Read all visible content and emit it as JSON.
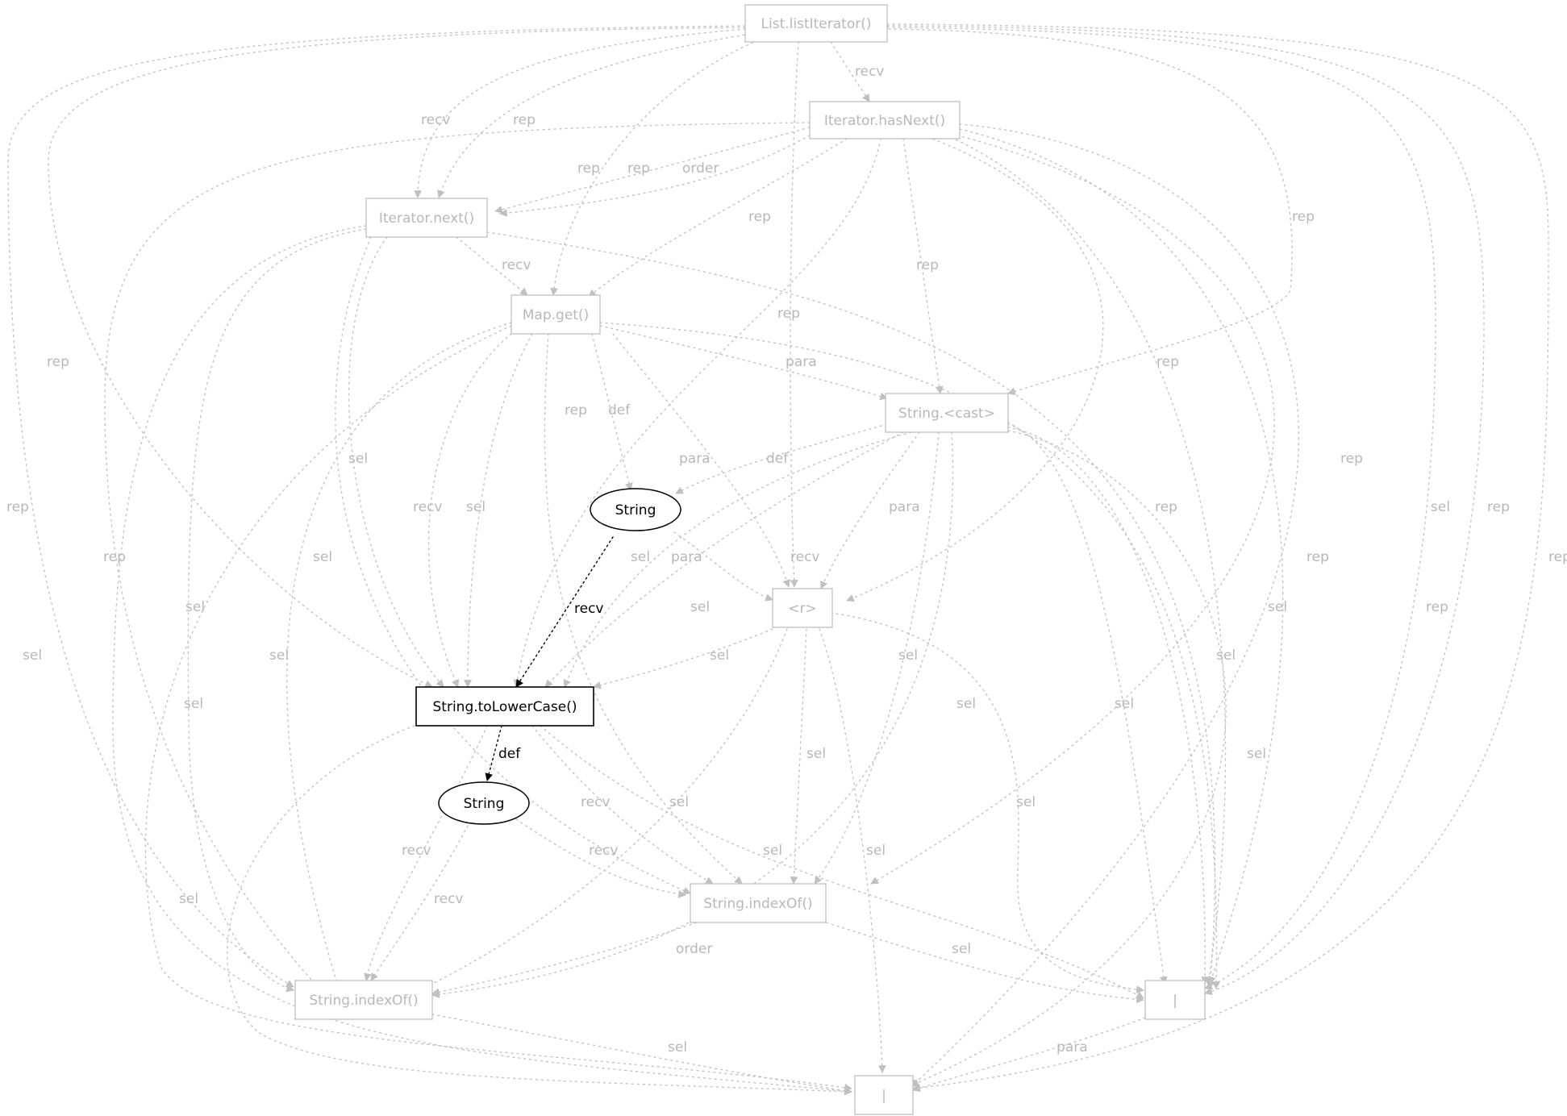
{
  "nodes": {
    "list_listiterator": "List.listIterator()",
    "iterator_hasnext": "Iterator.hasNext()",
    "iterator_next": "Iterator.next()",
    "map_get": "Map.get()",
    "string_cast": "String.<cast>",
    "string_def1": "String",
    "r_var": "<r>",
    "string_tolowercase": "String.toLowerCase()",
    "string_def2": "String",
    "string_indexof_a": "String.indexOf()",
    "string_indexof_b": "String.indexOf()",
    "pipe_a": "|",
    "pipe_b": "|"
  },
  "edge_labels": {
    "recv": "recv",
    "rep": "rep",
    "order": "order",
    "para": "para",
    "def": "def",
    "sel": "sel"
  },
  "colors": {
    "inactive": "#c0c0c0",
    "active": "#000000"
  }
}
